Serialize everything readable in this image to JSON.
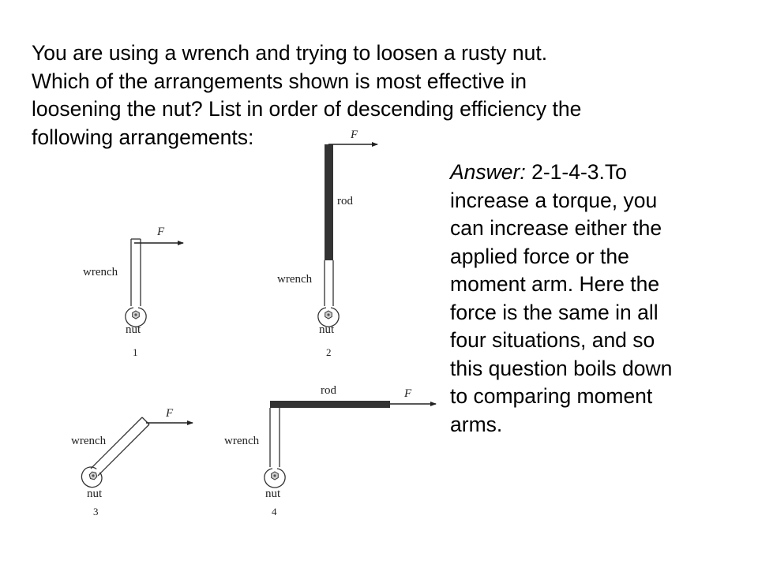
{
  "question": {
    "lines": [
      "You are using a wrench and trying to loosen a rusty nut.",
      "Which of the arrangements shown is most effective in",
      "loosening the nut? List in order of descending efficiency the",
      "following arrangements:"
    ]
  },
  "answer": {
    "prefix": "Answer:",
    "lines": [
      " 2-1-4-3.To",
      "increase a torque, you",
      "can increase either the",
      "applied force or the",
      "moment arm. Here the",
      "force is the same in all",
      "four situations, and so",
      "this question boils down",
      "to comparing moment",
      "arms."
    ]
  },
  "diagram": {
    "fig1": {
      "wrench": "wrench",
      "force": "F",
      "nut": "nut",
      "number": "1"
    },
    "fig2": {
      "wrench": "wrench",
      "rod": "rod",
      "force": "F",
      "nut": "nut",
      "number": "2"
    },
    "fig3": {
      "wrench": "wrench",
      "force": "F",
      "nut": "nut",
      "number": "3"
    },
    "fig4": {
      "wrench": "wrench",
      "rod": "rod",
      "force": "F",
      "nut": "nut",
      "number": "4"
    }
  }
}
